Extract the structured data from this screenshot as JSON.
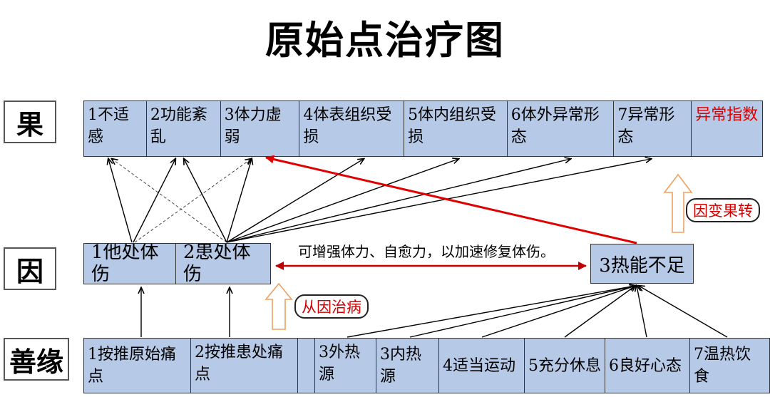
{
  "title": "原始点治疗图",
  "rows": {
    "effect_label": "果",
    "cause_label": "因",
    "condition_label": "善缘"
  },
  "effects": [
    {
      "label": "1不适感",
      "color": "#000000"
    },
    {
      "label": "2功能紊乱",
      "color": "#000000"
    },
    {
      "label": "3体力虚弱",
      "color": "#000000"
    },
    {
      "label": "4体表组织受损",
      "color": "#000000"
    },
    {
      "label": "5体内组织受损",
      "color": "#000000"
    },
    {
      "label": "6体外异常形态",
      "color": "#000000"
    },
    {
      "label": "7异常形态",
      "color": "#000000"
    },
    {
      "label": "异常指数",
      "color": "#e00000"
    }
  ],
  "causes": {
    "injury_elsewhere": "1他处体伤",
    "injury_affected": "2患处体伤",
    "heat_deficit": "3热能不足"
  },
  "relation_note": "可增强体力、自愈力，以加速修复体伤。",
  "tags": {
    "cause_to_effect": "因变果转",
    "treat_from_cause": "从因治病"
  },
  "conditions": [
    {
      "label": "1按推原始痛点"
    },
    {
      "label": "2按推患处痛点"
    },
    {
      "label": ""
    },
    {
      "label": "3外热源"
    },
    {
      "label": "3内热源"
    },
    {
      "label": "4适当运动"
    },
    {
      "label": "5充分休息"
    },
    {
      "label": "6良好心态"
    },
    {
      "label": "7温热饮食"
    }
  ],
  "colors": {
    "box_fill": "#b6c9e6",
    "arrow_black": "#000000",
    "arrow_red": "#e00000",
    "hollow_arrow": "#f0a060"
  }
}
